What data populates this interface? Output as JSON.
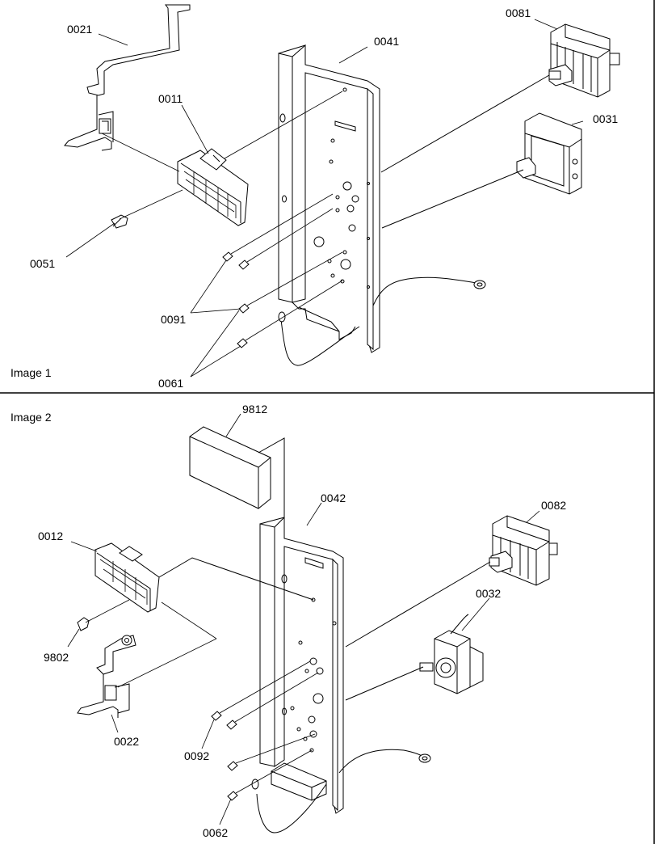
{
  "images": [
    {
      "caption": "Image 1",
      "parts": {
        "p0011": "0011",
        "p0021": "0021",
        "p0031": "0031",
        "p0041": "0041",
        "p0051": "0051",
        "p0061": "0061",
        "p0081": "0081",
        "p0091": "0091"
      }
    },
    {
      "caption": "Image 2",
      "parts": {
        "p9812": "9812",
        "p0042": "0042",
        "p0082": "0082",
        "p0012": "0012",
        "p0032": "0032",
        "p9802": "9802",
        "p0022": "0022",
        "p0092": "0092",
        "p0062": "0062"
      }
    }
  ]
}
